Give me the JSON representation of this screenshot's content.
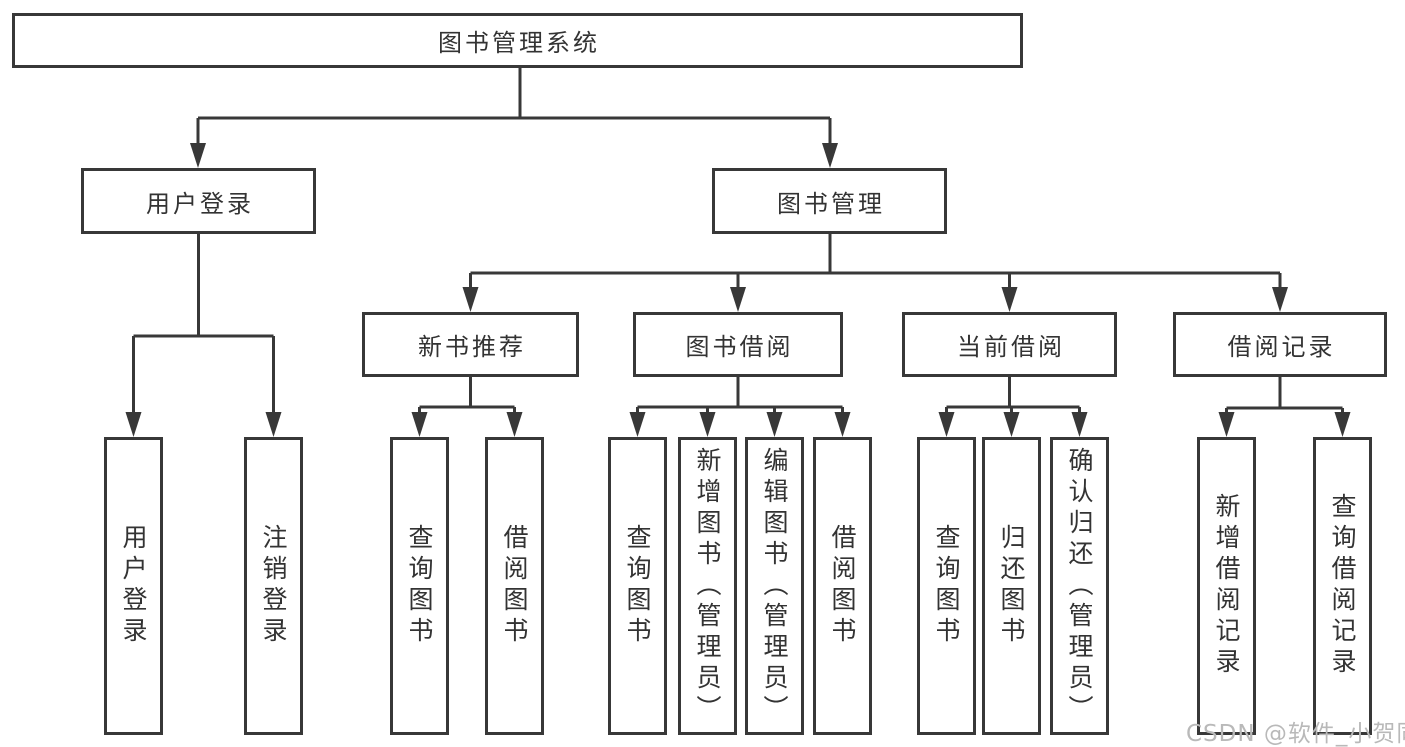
{
  "tree": {
    "label": "图书管理系统",
    "children": [
      {
        "label": "用户登录",
        "children": [
          {
            "label": "用户登录"
          },
          {
            "label": "注销登录"
          }
        ]
      },
      {
        "label": "图书管理",
        "children": [
          {
            "label": "新书推荐",
            "children": [
              {
                "label": "查询图书"
              },
              {
                "label": "借阅图书"
              }
            ]
          },
          {
            "label": "图书借阅",
            "children": [
              {
                "label": "查询图书"
              },
              {
                "label": "新增图书（管理员）"
              },
              {
                "label": "编辑图书（管理员）"
              },
              {
                "label": "借阅图书"
              }
            ]
          },
          {
            "label": "当前借阅",
            "children": [
              {
                "label": "查询图书"
              },
              {
                "label": "归还图书"
              },
              {
                "label": "确认归还（管理员）"
              }
            ]
          },
          {
            "label": "借阅记录",
            "children": [
              {
                "label": "新增借阅记录"
              },
              {
                "label": "查询借阅记录"
              }
            ]
          }
        ]
      }
    ]
  },
  "watermark": {
    "text": "CSDN @软件_小贺同学"
  },
  "colors": {
    "line": "#383838",
    "box_border": "#383838",
    "text": "#333333",
    "watermark": "#b9b9b9",
    "background": "#ffffff"
  }
}
